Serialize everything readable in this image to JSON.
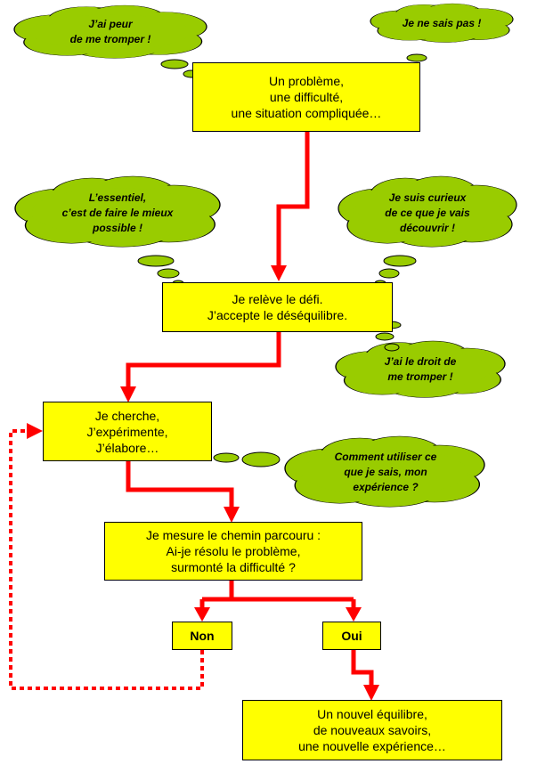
{
  "colors": {
    "cloud": "#99cc00",
    "box": "#ffff00",
    "arrow": "#ff0000"
  },
  "boxes": {
    "probleme": [
      "Un problème,",
      "une difficulté,",
      "une situation compliquée…"
    ],
    "defi": [
      "Je relève le défi.",
      "J’accepte le déséquilibre."
    ],
    "cherche": [
      "Je cherche,",
      "J’expérimente,",
      "J’élabore…"
    ],
    "mesure": [
      "Je mesure le chemin parcouru :",
      "Ai-je résolu le problème,",
      "surmonté la difficulté ?"
    ],
    "non": "Non",
    "oui": "Oui",
    "equilibre": [
      "Un nouvel équilibre,",
      "de nouveaux savoirs,",
      "une nouvelle expérience…"
    ]
  },
  "clouds": {
    "peur": [
      "J’ai peur",
      "de me tromper !"
    ],
    "sais_pas": [
      "Je ne sais pas !"
    ],
    "essentiel": [
      "L’essentiel,",
      "c’est de faire le mieux",
      "possible !"
    ],
    "curieux": [
      "Je suis curieux",
      "de ce que je vais",
      "découvrir !"
    ],
    "droit": [
      "J’ai le droit de",
      "me tromper !"
    ],
    "utiliser": [
      "Comment utiliser ce",
      "que je sais, mon",
      "expérience ?"
    ]
  }
}
